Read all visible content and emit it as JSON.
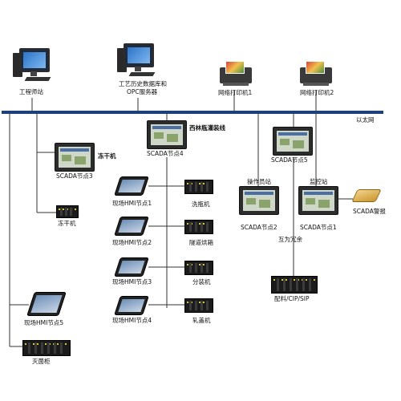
{
  "network": {
    "ethernet_label": "以太网",
    "redundant_label": "互为冗余"
  },
  "nodes": {
    "engineer_station": "工程师站",
    "history_server_line1": "工艺历史数据库和",
    "history_server_line2": "OPC服务器",
    "printer1": "网络打印机1",
    "printer2": "网络打印机2",
    "freeze_dryer_title": "冻干机",
    "scada3": "SCADA节点3",
    "freeze_dryer_plc": "冻干机",
    "filling_line_title": "西林瓶灌装线",
    "scada4": "SCADA节点4",
    "hmi1": "现场HMI节点1",
    "hmi2": "现场HMI节点2",
    "hmi3": "现场HMI节点3",
    "hmi4": "现场HMI节点4",
    "hmi5": "现场HMI节点5",
    "washer": "洗瓶机",
    "tunnel_oven": "隧道烘箱",
    "filler": "分装机",
    "capper": "轧盖机",
    "capping_cabinet": "灭菌柜",
    "scada5": "SCADA节点5",
    "operator_station": "操作员站",
    "scada2": "SCADA节点2",
    "monitor_station": "监控站",
    "scada1": "SCADA节点1",
    "scada_alarm": "SCADA警报",
    "batching": "配料/CIP/SIP"
  }
}
